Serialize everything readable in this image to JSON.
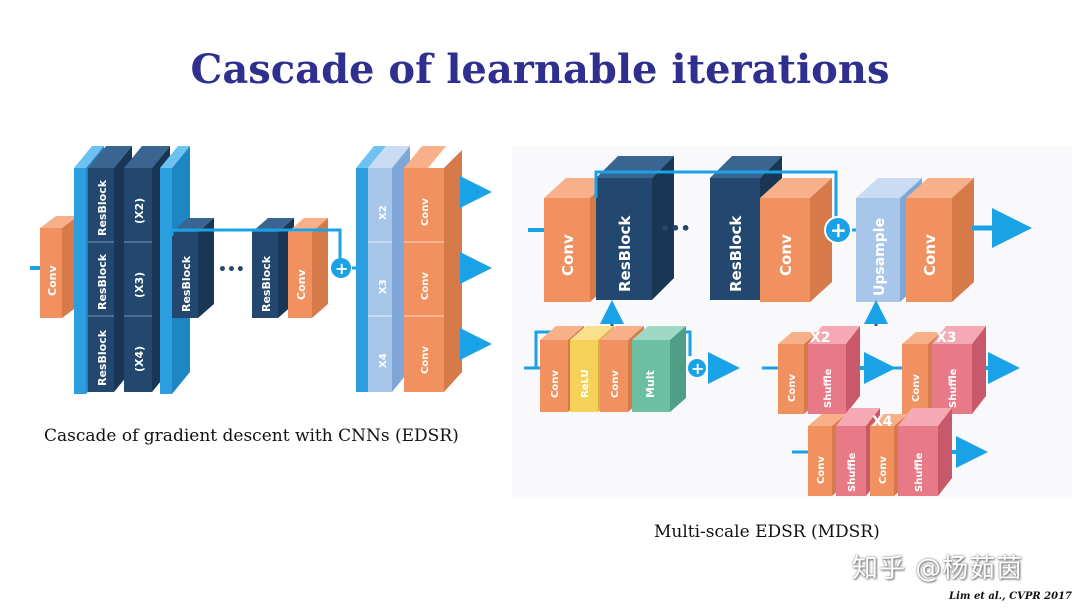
{
  "title": "Cascade of learnable iterations",
  "left_caption": "Cascade of gradient descent with CNNs (EDSR)",
  "right_caption": "Multi-scale EDSR (MDSR)",
  "citation": "Lim et al., CVPR 2017",
  "watermark": "知乎 @杨茹茵",
  "labels": {
    "conv": "Conv",
    "resblock": "ResBlock",
    "x2": "(X2)",
    "x3": "(X3)",
    "x4": "(X4)",
    "X2": "X2",
    "X3": "X3",
    "X4": "X4",
    "relu": "ReLU",
    "mult": "Mult",
    "upsample": "Upsample",
    "shuffle": "Shuffle",
    "plus": "+",
    "dots": "•••"
  },
  "colors": {
    "conv": "#f0915f",
    "resblock": "#23476e",
    "blue_bar": "#2b9fe0",
    "light_blue": "#a7c6ea",
    "arrow": "#19a2e6",
    "relu": "#f5d15a",
    "mult": "#6dbfa4",
    "shuffle": "#e87a88",
    "title": "#2f2f8f"
  }
}
